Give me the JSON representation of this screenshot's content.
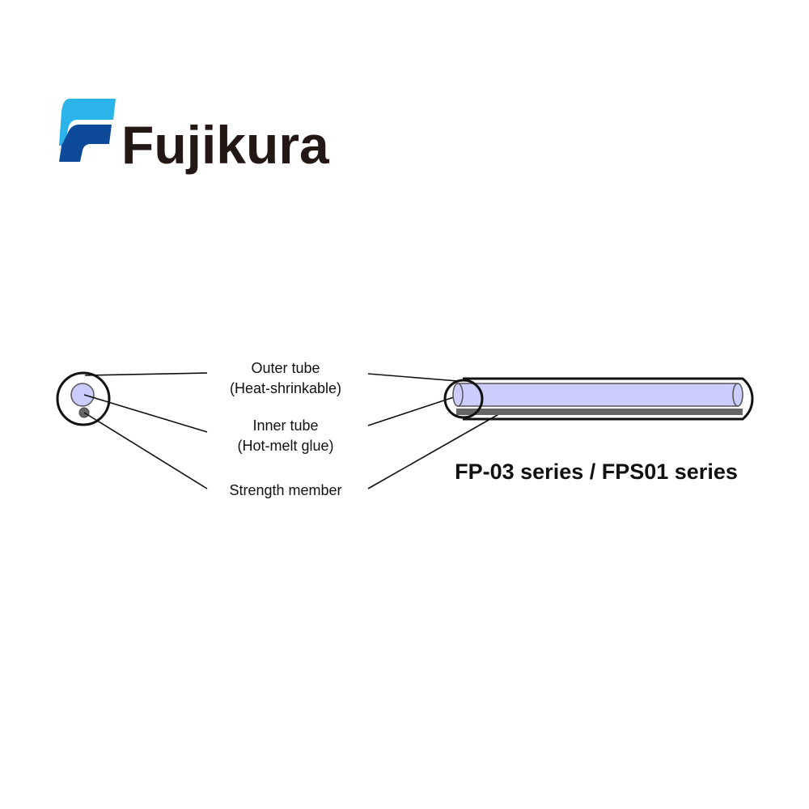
{
  "logo": {
    "text": "Fujikura",
    "colors": {
      "light_blue": "#2ab4ea",
      "dark_blue": "#0d4a9a",
      "text": "#231815"
    }
  },
  "labels": {
    "outer_tube": "Outer tube",
    "outer_tube_sub": "(Heat-shrinkable)",
    "inner_tube": "Inner tube",
    "inner_tube_sub": "(Hot-melt glue)",
    "strength_member": "Strength member"
  },
  "product_title": "FP-03 series / FPS01 series",
  "colors": {
    "inner_tube_fill": "#ccccff",
    "strength_member": "#666666",
    "outline": "#111111"
  }
}
